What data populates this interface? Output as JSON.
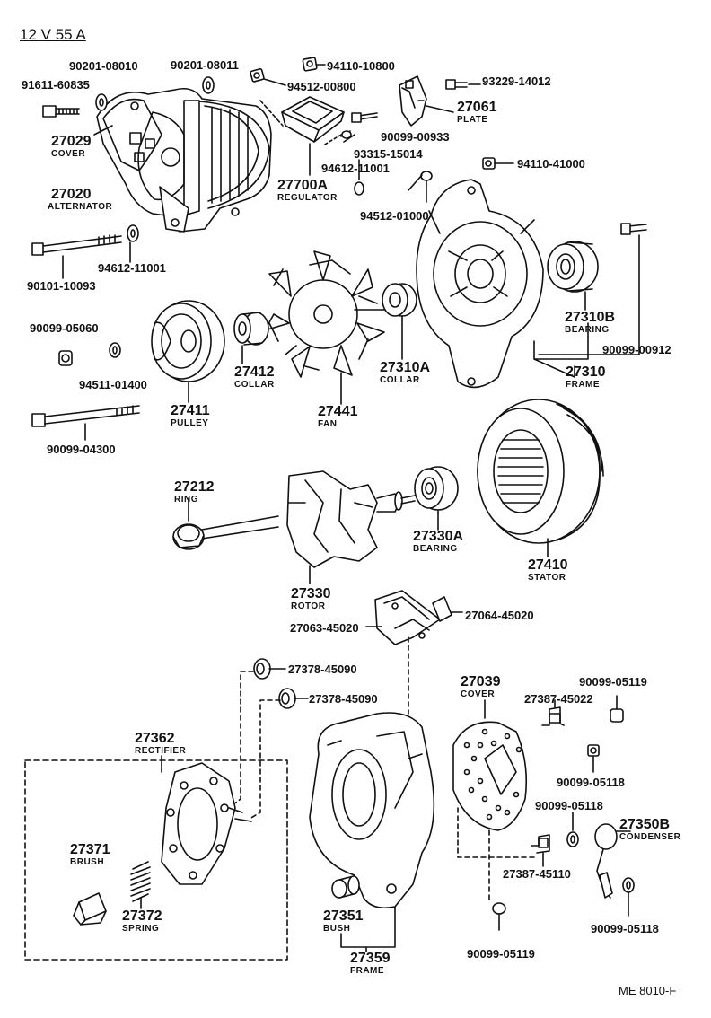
{
  "title": "12 V 55 A",
  "reference": "ME  8010-F",
  "colors": {
    "ink": "#111111",
    "paper": "#ffffff"
  },
  "parts": {
    "p90201_08010": "90201-08010",
    "p90201_08011": "90201-08011",
    "p94110_10800": "94110-10800",
    "p94512_00800": "94512-00800",
    "p93229_14012": "93229-14012",
    "p91611_60835": "91611-60835",
    "p27061": "27061",
    "p27061_name": "PLATE",
    "p90099_00933": "90099-00933",
    "p93315_15014": "93315-15014",
    "p94612_11001a": "94612-11001",
    "p27029": "27029",
    "p27029_name": "COVER",
    "p27700A": "27700A",
    "p27700A_name": "REGULATOR",
    "p94110_41000": "94110-41000",
    "p27020": "27020",
    "p27020_name": "ALTERNATOR",
    "p94512_01000": "94512-01000",
    "p94612_11001b": "94612-11001",
    "p90101_10093": "90101-10093",
    "p90099_05060": "90099-05060",
    "p94511_01400": "94511-01400",
    "p27310B": "27310B",
    "p27310B_name": "BEARING",
    "p90099_00912": "90099-00912",
    "p27412": "27412",
    "p27412_name": "COLLAR",
    "p27310A": "27310A",
    "p27310A_name": "COLLAR",
    "p27310": "27310",
    "p27310_name": "FRAME",
    "p27411": "27411",
    "p27411_name": "PULLEY",
    "p27441": "27441",
    "p27441_name": "FAN",
    "p90099_04300": "90099-04300",
    "p27212": "27212",
    "p27212_name": "RING",
    "p27330A": "27330A",
    "p27330A_name": "BEARING",
    "p27410": "27410",
    "p27410_name": "STATOR",
    "p27330": "27330",
    "p27330_name": "ROTOR",
    "p27064_45020": "27064-45020",
    "p27063_45020": "27063-45020",
    "p27378_45090a": "27378-45090",
    "p27378_45090b": "27378-45090",
    "p27039": "27039",
    "p27039_name": "COVER",
    "p90099_05119a": "90099-05119",
    "p27387_45022": "27387-45022",
    "p27362": "27362",
    "p27362_name": "RECTIFIER",
    "p90099_05118a": "90099-05118",
    "p90099_05118b": "90099-05118",
    "p27350B": "27350B",
    "p27350B_name": "CONDENSER",
    "p27371": "27371",
    "p27371_name": "BRUSH",
    "p27387_45110": "27387-45110",
    "p27372": "27372",
    "p27372_name": "SPRING",
    "p27351": "27351",
    "p27351_name": "BUSH",
    "p90099_05118c": "90099-05118",
    "p90099_05119b": "90099-05119",
    "p27359": "27359",
    "p27359_name": "FRAME"
  }
}
